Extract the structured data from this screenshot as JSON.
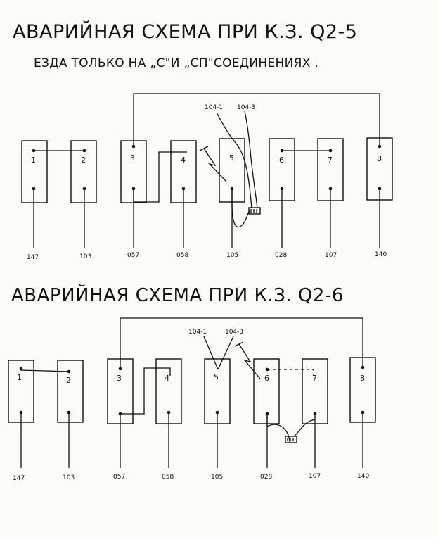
{
  "scheme1": {
    "title": "АВАРИЙНАЯ СХЕМА ПРИ К.З. Q2-5",
    "subtitle": "ЕЗДА ТОЛЬКО НА „С\"И „СП\"СОЕДИНЕНИЯХ .",
    "blocks": [
      "1",
      "2",
      "3",
      "4",
      "5",
      "6",
      "7",
      "8"
    ],
    "terminals": [
      "147",
      "103",
      "057",
      "058",
      "105",
      "028",
      "107",
      "140"
    ],
    "lead_a": "104-1",
    "lead_b": "104-3"
  },
  "scheme2": {
    "title": "АВАРИЙНАЯ СХЕМА ПРИ К.З. Q2-6",
    "blocks": [
      "1",
      "2",
      "3",
      "4",
      "5",
      "6",
      "7",
      "8"
    ],
    "terminals": [
      "147",
      "103",
      "057",
      "058",
      "105",
      "028",
      "107",
      "140"
    ],
    "lead_a": "104-1",
    "lead_b": "104-3"
  }
}
